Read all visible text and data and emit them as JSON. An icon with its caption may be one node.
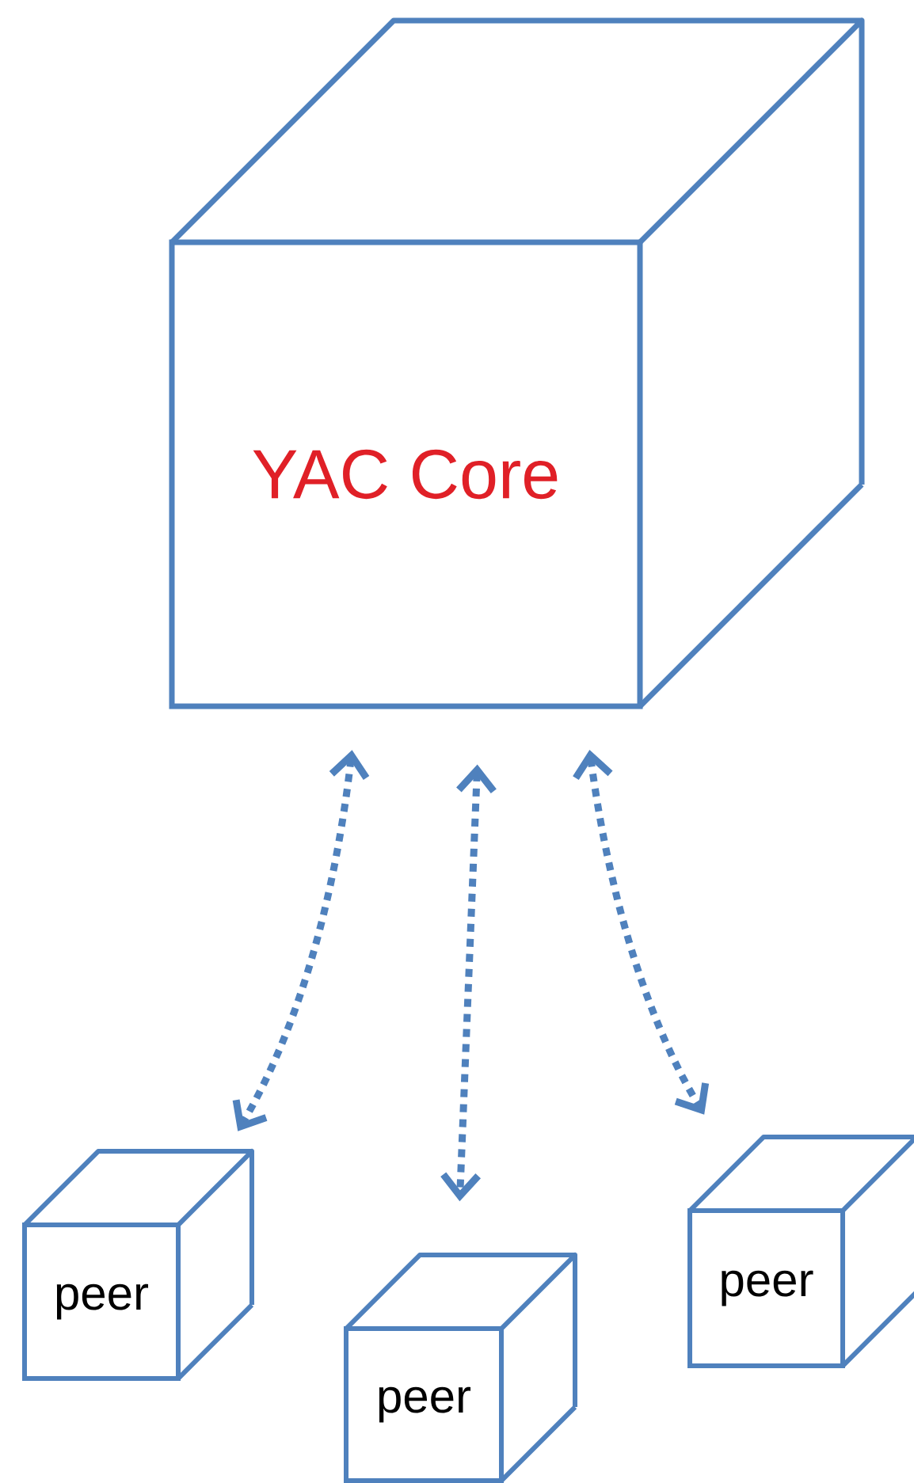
{
  "diagram": {
    "nodes": [
      {
        "text": [
          "YAC Core"
        ]
      },
      {
        "text": [
          "peer"
        ]
      },
      {
        "text": [
          "peer"
        ]
      },
      {
        "text": [
          "peer"
        ]
      }
    ],
    "edges": [
      {
        "from": 0,
        "to": 1,
        "arrow": "both",
        "style": "dashed"
      },
      {
        "from": 0,
        "to": 2,
        "arrow": "both",
        "style": "dashed"
      },
      {
        "from": 0,
        "to": 3,
        "arrow": "both",
        "style": "dashed"
      }
    ]
  }
}
